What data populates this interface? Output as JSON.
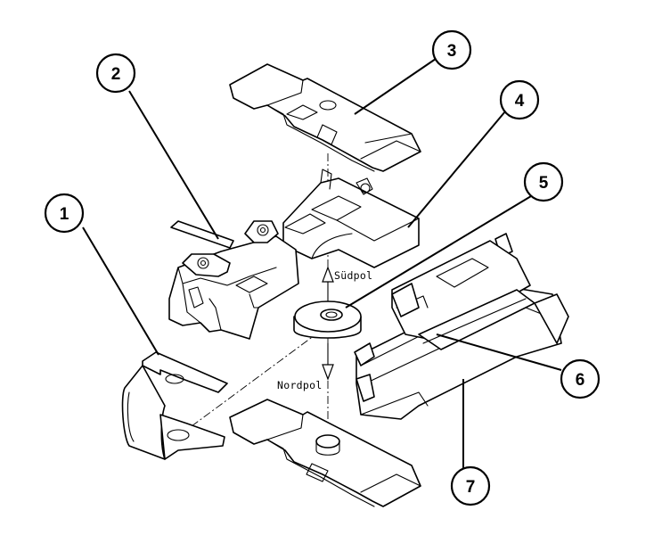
{
  "callouts": [
    "1",
    "2",
    "3",
    "4",
    "5",
    "6",
    "7"
  ],
  "pole_labels": {
    "south": "Südpol",
    "north": "Nordpol"
  }
}
